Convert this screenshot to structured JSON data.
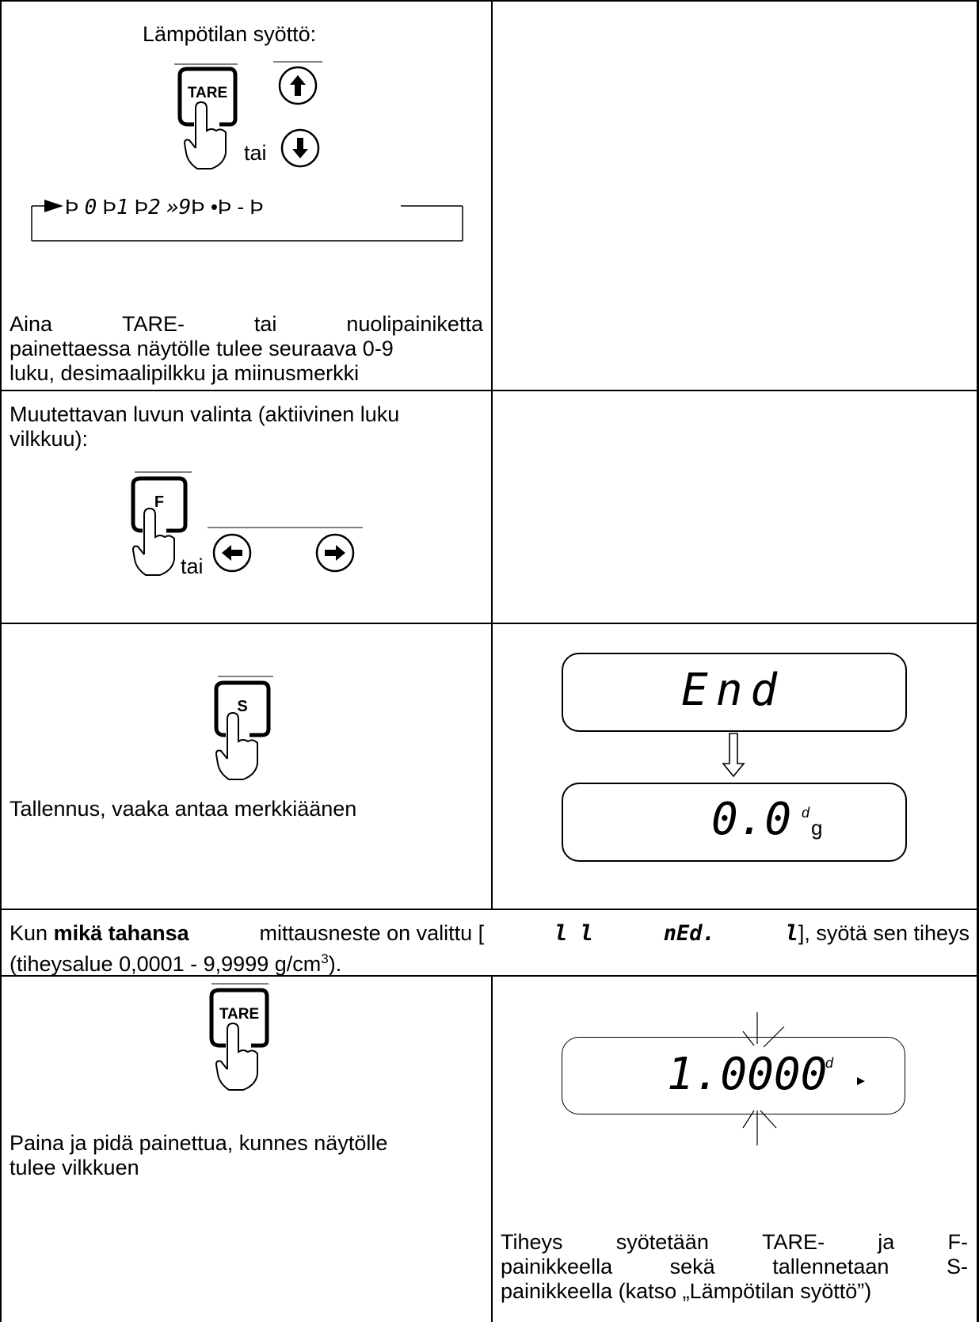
{
  "row1": {
    "title": "Lämpötilan syöttö:",
    "tai": "tai",
    "key_tare": "TARE",
    "sequence": [
      "0",
      "1",
      "2",
      "»9",
      "•",
      "-"
    ],
    "desc_line1": [
      "Aina",
      "TARE-",
      "tai",
      "nuolipainiketta"
    ],
    "desc_line2": "painettaessa näytölle tulee seuraava 0-9",
    "desc_line3": "luku, desimaalipilkku ja miinusmerkki"
  },
  "row2": {
    "title_line1": "Muutettavan luvun valinta (aktiivinen luku",
    "title_line2": "vilkkuu):",
    "key_f": "F",
    "tai": "tai"
  },
  "row3": {
    "key_s": "S",
    "caption": "Tallennus, vaaka antaa merkkiäänen",
    "display1": "End",
    "display2_value": "0.0",
    "display2_unit_top": "d",
    "display2_unit_bottom": "g"
  },
  "row4": {
    "text_pre": "Kun",
    "text_bold": "mikä tahansa",
    "text_mid": "mittausneste on valittu [",
    "seg_code1": "l l",
    "seg_code2": "nEd.",
    "seg_code3": "l",
    "text_post": "], syötä sen tiheys",
    "line2_pre": "(tiheysalue 0,0001 - 9,9999 g/cm",
    "line2_sup": "3",
    "line2_post": ")."
  },
  "row5": {
    "key_tare": "TARE",
    "caption_line1": "Paina ja pidä painettua, kunnes näytölle",
    "caption_line2": "tulee vilkkuen",
    "display_value": "1.0000",
    "display_unit": "d",
    "note_line1": [
      "Tiheys",
      "syötetään",
      "TARE-",
      "ja",
      "F-"
    ],
    "note_line2": [
      "painikkeella",
      "sekä",
      "tallennetaan",
      "S-"
    ],
    "note_line3": "painikkeella (katso „Lämpötilan syöttö”)"
  }
}
